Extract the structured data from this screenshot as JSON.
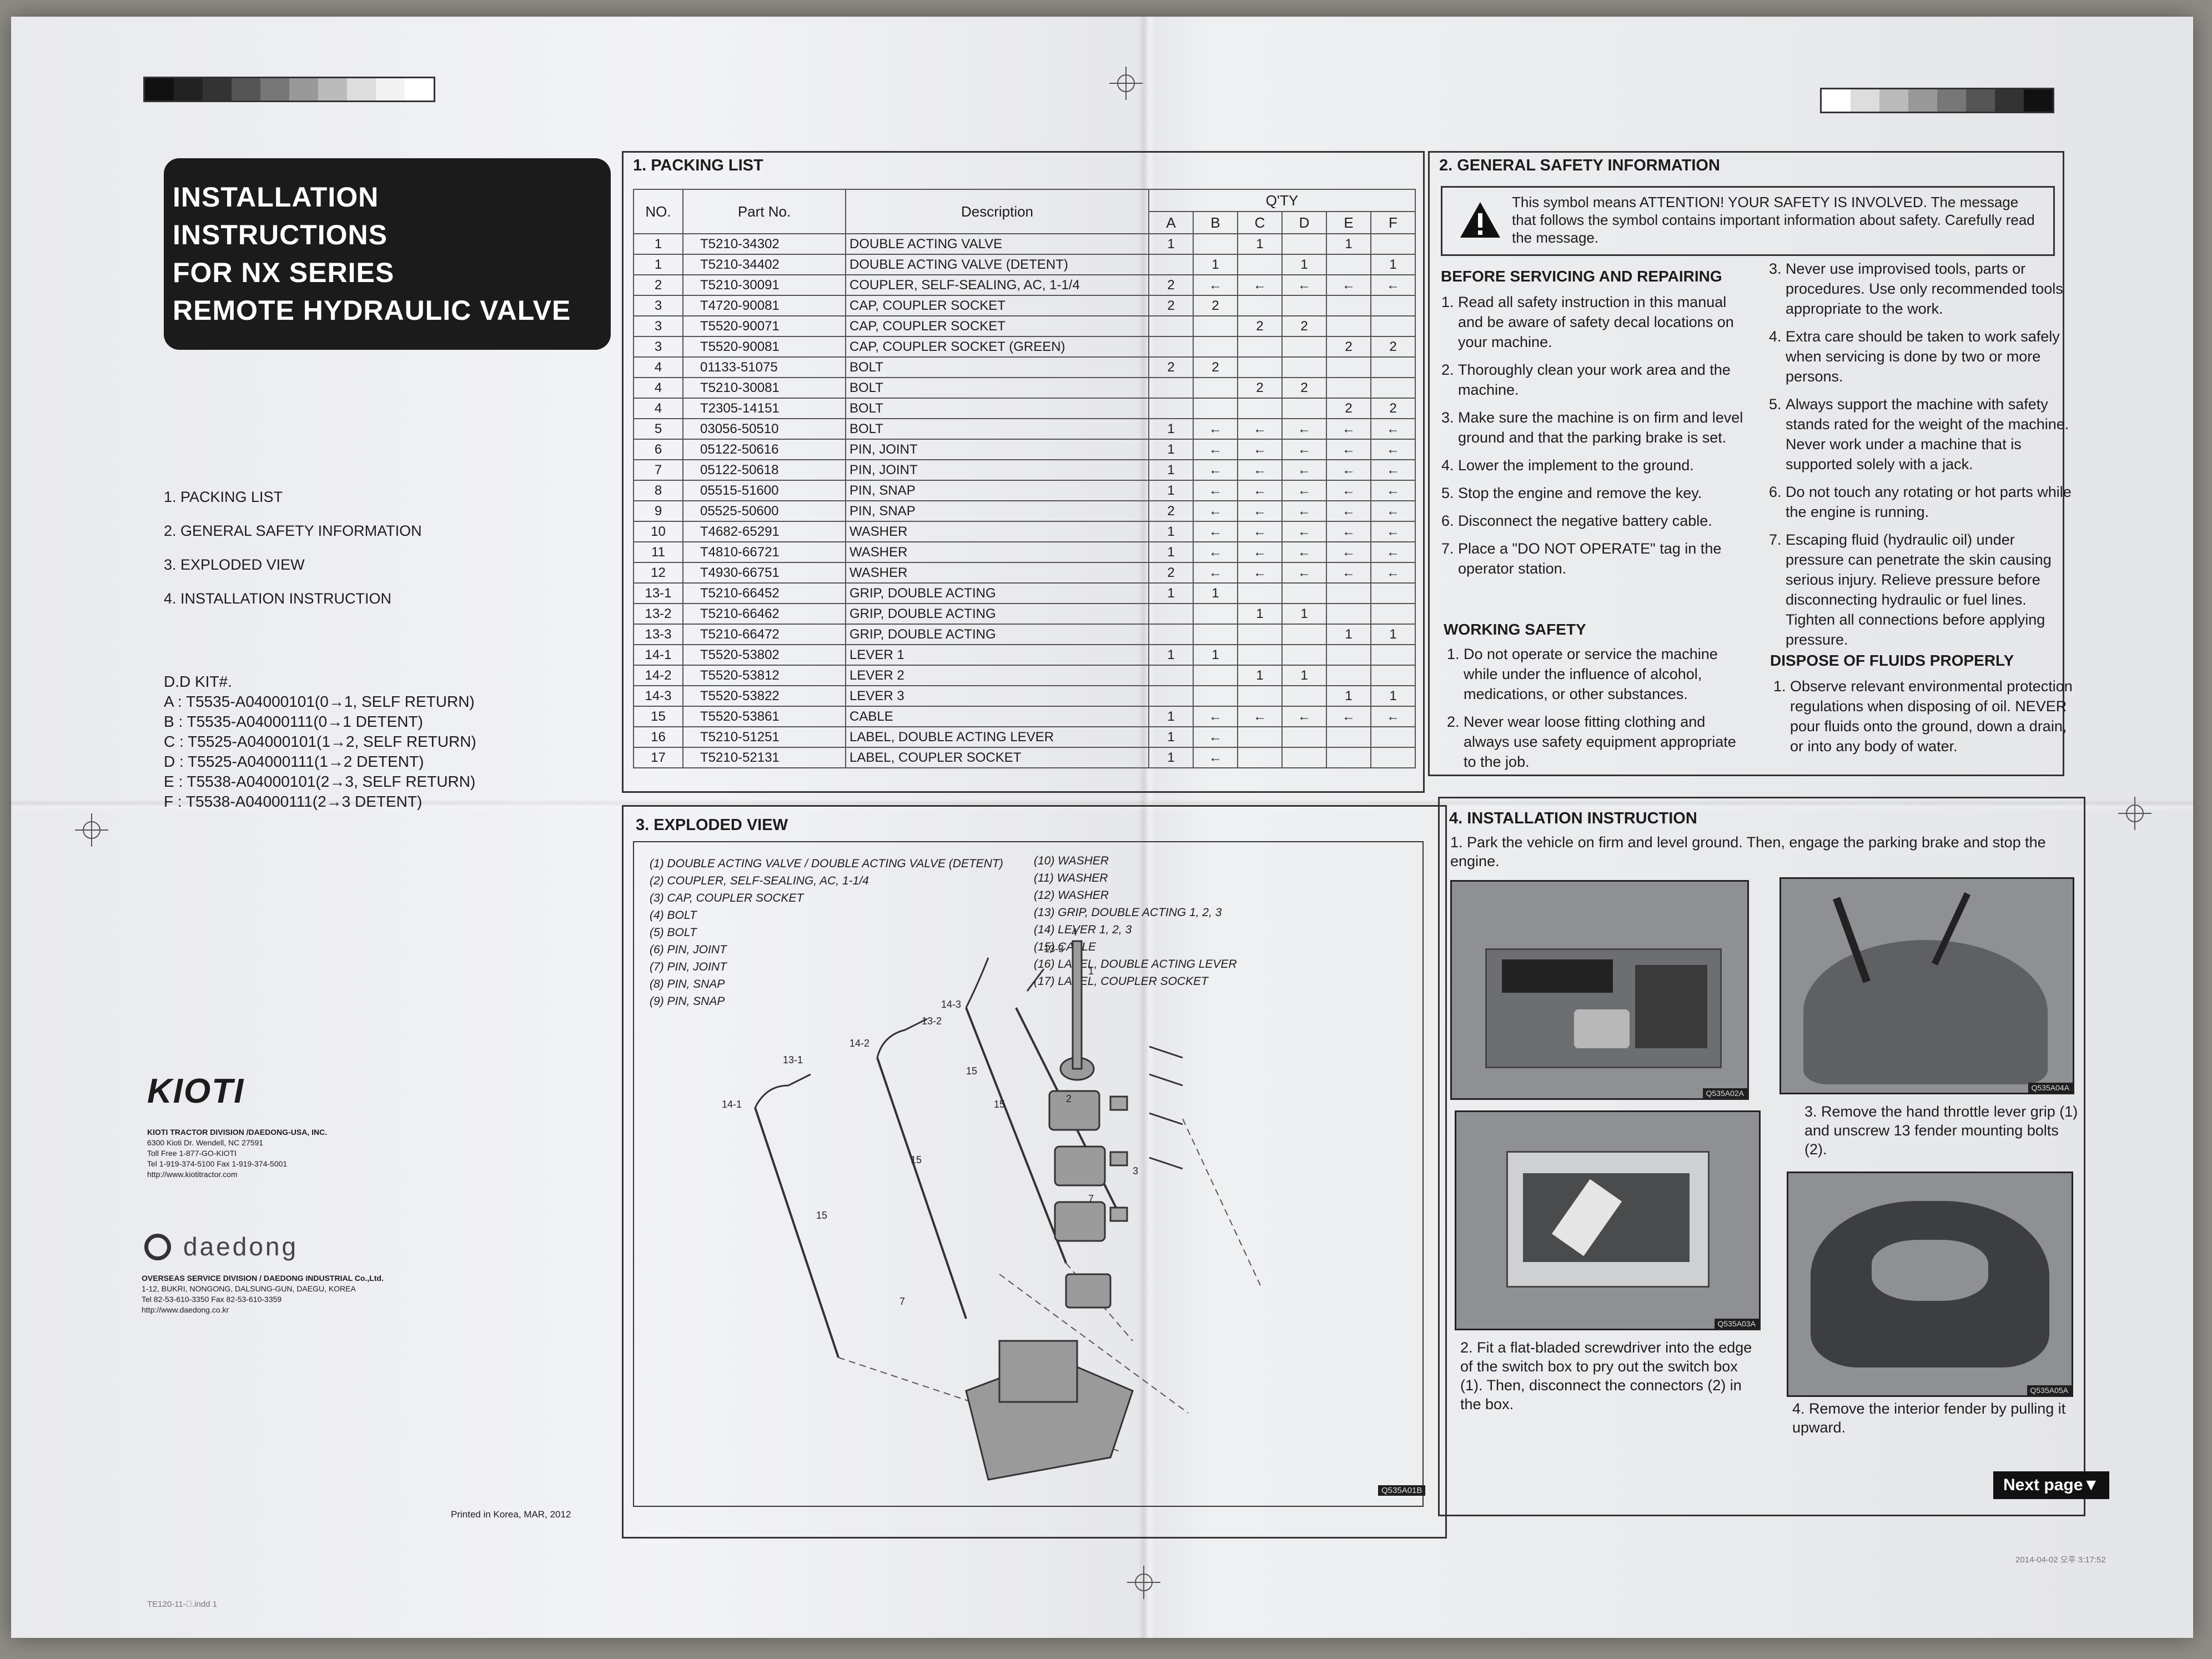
{
  "title": [
    "INSTALLATION",
    "INSTRUCTIONS",
    "FOR  NX SERIES",
    "REMOTE HYDRAULIC VALVE"
  ],
  "toc": [
    "1. PACKING LIST",
    "2. GENERAL SAFETY INFORMATION",
    "3. EXPLODED VIEW",
    "4. INSTALLATION INSTRUCTION"
  ],
  "kit": {
    "heading": "D.D  KIT#.",
    "items": [
      "A : T5535-A04000101(0→1, SELF RETURN)",
      "B : T5535-A04000111(0→1 DETENT)",
      "C : T5525-A04000101(1→2, SELF RETURN)",
      "D : T5525-A04000111(1→2 DETENT)",
      "E : T5538-A04000101(2→3, SELF RETURN)",
      "F : T5538-A04000111(2→3 DETENT)"
    ]
  },
  "kioti": {
    "logo": "KIOTI",
    "lines": [
      "KIOTI TRACTOR DIVISION /DAEDONG-USA, INC.",
      "6300 Kioti Dr. Wendell, NC 27591",
      "Toll Free 1-877-GO-KIOTI",
      "Tel 1-919-374-5100 Fax 1-919-374-5001",
      "http://www.kiotitractor.com"
    ]
  },
  "daedong": {
    "logo": "daedong",
    "lines": [
      "OVERSEAS SERVICE DIVISION / DAEDONG INDUSTRIAL Co.,Ltd.",
      "1-12, BUKRI, NONGONG, DALSUNG-GUN, DAEGU, KOREA",
      "Tel 82-53-610-3350 Fax 82-53-610-3359",
      "http://www.daedong.co.kr"
    ]
  },
  "printed": "Printed in Korea,  MAR, 2012",
  "footer_left": "TE120-11-\u0000.indd  1",
  "footer_right": "2014-04-02  오후 3:17:52",
  "packing": {
    "title": "1. PACKING LIST",
    "headers": {
      "no": "NO.",
      "part": "Part No.",
      "desc": "Description",
      "qty": "Q'TY",
      "cols": [
        "A",
        "B",
        "C",
        "D",
        "E",
        "F"
      ]
    },
    "rows": [
      {
        "no": "1",
        "part": "T5210-34302",
        "desc": "DOUBLE ACTING VALVE",
        "q": [
          "1",
          "",
          "1",
          "",
          "1",
          ""
        ]
      },
      {
        "no": "1",
        "part": "T5210-34402",
        "desc": "DOUBLE ACTING VALVE (DETENT)",
        "q": [
          "",
          "1",
          "",
          "1",
          "",
          "1"
        ]
      },
      {
        "no": "2",
        "part": "T5210-30091",
        "desc": "COUPLER, SELF-SEALING, AC, 1-1/4",
        "q": [
          "2",
          "←",
          "←",
          "←",
          "←",
          "←"
        ]
      },
      {
        "no": "3",
        "part": "T4720-90081",
        "desc": "CAP, COUPLER SOCKET",
        "q": [
          "2",
          "2",
          "",
          "",
          "",
          ""
        ]
      },
      {
        "no": "3",
        "part": "T5520-90071",
        "desc": "CAP, COUPLER SOCKET",
        "q": [
          "",
          "",
          "2",
          "2",
          "",
          ""
        ]
      },
      {
        "no": "3",
        "part": "T5520-90081",
        "desc": "CAP, COUPLER SOCKET (GREEN)",
        "q": [
          "",
          "",
          "",
          "",
          "2",
          "2"
        ]
      },
      {
        "no": "4",
        "part": "01133-51075",
        "desc": "BOLT",
        "q": [
          "2",
          "2",
          "",
          "",
          "",
          ""
        ]
      },
      {
        "no": "4",
        "part": "T5210-30081",
        "desc": "BOLT",
        "q": [
          "",
          "",
          "2",
          "2",
          "",
          ""
        ]
      },
      {
        "no": "4",
        "part": "T2305-14151",
        "desc": "BOLT",
        "q": [
          "",
          "",
          "",
          "",
          "2",
          "2"
        ]
      },
      {
        "no": "5",
        "part": "03056-50510",
        "desc": "BOLT",
        "q": [
          "1",
          "←",
          "←",
          "←",
          "←",
          "←"
        ]
      },
      {
        "no": "6",
        "part": "05122-50616",
        "desc": "PIN, JOINT",
        "q": [
          "1",
          "←",
          "←",
          "←",
          "←",
          "←"
        ]
      },
      {
        "no": "7",
        "part": "05122-50618",
        "desc": "PIN, JOINT",
        "q": [
          "1",
          "←",
          "←",
          "←",
          "←",
          "←"
        ]
      },
      {
        "no": "8",
        "part": "05515-51600",
        "desc": "PIN, SNAP",
        "q": [
          "1",
          "←",
          "←",
          "←",
          "←",
          "←"
        ]
      },
      {
        "no": "9",
        "part": "05525-50600",
        "desc": "PIN, SNAP",
        "q": [
          "2",
          "←",
          "←",
          "←",
          "←",
          "←"
        ]
      },
      {
        "no": "10",
        "part": "T4682-65291",
        "desc": "WASHER",
        "q": [
          "1",
          "←",
          "←",
          "←",
          "←",
          "←"
        ]
      },
      {
        "no": "11",
        "part": "T4810-66721",
        "desc": "WASHER",
        "q": [
          "1",
          "←",
          "←",
          "←",
          "←",
          "←"
        ]
      },
      {
        "no": "12",
        "part": "T4930-66751",
        "desc": "WASHER",
        "q": [
          "2",
          "←",
          "←",
          "←",
          "←",
          "←"
        ]
      },
      {
        "no": "13-1",
        "part": "T5210-66452",
        "desc": "GRIP, DOUBLE ACTING",
        "q": [
          "1",
          "1",
          "",
          "",
          "",
          ""
        ]
      },
      {
        "no": "13-2",
        "part": "T5210-66462",
        "desc": "GRIP, DOUBLE ACTING",
        "q": [
          "",
          "",
          "1",
          "1",
          "",
          ""
        ]
      },
      {
        "no": "13-3",
        "part": "T5210-66472",
        "desc": "GRIP, DOUBLE ACTING",
        "q": [
          "",
          "",
          "",
          "",
          "1",
          "1"
        ]
      },
      {
        "no": "14-1",
        "part": "T5520-53802",
        "desc": "LEVER 1",
        "q": [
          "1",
          "1",
          "",
          "",
          "",
          ""
        ]
      },
      {
        "no": "14-2",
        "part": "T5520-53812",
        "desc": "LEVER 2",
        "q": [
          "",
          "",
          "1",
          "1",
          "",
          ""
        ]
      },
      {
        "no": "14-3",
        "part": "T5520-53822",
        "desc": "LEVER 3",
        "q": [
          "",
          "",
          "",
          "",
          "1",
          "1"
        ]
      },
      {
        "no": "15",
        "part": "T5520-53861",
        "desc": "CABLE",
        "q": [
          "1",
          "←",
          "←",
          "←",
          "←",
          "←"
        ]
      },
      {
        "no": "16",
        "part": "T5210-51251",
        "desc": "LABEL, DOUBLE ACTING LEVER",
        "q": [
          "1",
          "←",
          "",
          "",
          "",
          ""
        ]
      },
      {
        "no": "17",
        "part": "T5210-52131",
        "desc": "LABEL, COUPLER SOCKET",
        "q": [
          "1",
          "←",
          "",
          "",
          "",
          ""
        ]
      }
    ]
  },
  "safety": {
    "title": "2. GENERAL SAFETY INFORMATION",
    "attention": "This symbol means ATTENTION! YOUR SAFETY IS INVOLVED. The message that follows the symbol contains important information about safety. Carefully read the message.",
    "before_head": "BEFORE SERVICING AND REPAIRING",
    "before": [
      "Read all safety instruction in this manual and be aware of safety decal locations on your machine.",
      "Thoroughly clean your work area and the machine.",
      "Make sure the machine is on firm and level ground and that the parking brake is set.",
      "Lower the implement to the ground.",
      "Stop the engine and remove the key.",
      "Disconnect the negative battery cable.",
      "Place a \"DO NOT OPERATE\" tag in the operator station."
    ],
    "working_head": "WORKING SAFETY",
    "working": [
      "Do not operate or service the machine while under the influence of alcohol, medications, or other substances.",
      "Never wear loose fitting clothing and always use safety equipment appropriate to the job."
    ],
    "right": [
      "Never use improvised tools, parts or procedures. Use only recommended tools appropriate to the work.",
      "Extra care should be taken to work safely when servicing is done by two or more persons.",
      "Always support the machine with safety stands rated for the weight of the machine. Never work under a machine that is supported solely with a jack.",
      "Do not touch any rotating or hot parts while the engine is running.",
      "Escaping fluid (hydraulic oil) under pressure can penetrate the skin causing serious injury. Relieve pressure before disconnecting hydraulic or fuel lines. Tighten all connections before applying pressure."
    ],
    "dispose_head": "DISPOSE OF FLUIDS PROPERLY",
    "dispose": [
      "Observe relevant environmental protection regulations when disposing of oil. NEVER pour fluids onto the ground, down a drain, or into any body of water."
    ]
  },
  "exploded": {
    "title": "3. EXPLODED VIEW",
    "legend_left": [
      "(1) DOUBLE ACTING VALVE / DOUBLE ACTING VALVE (DETENT)",
      "(2) COUPLER, SELF-SEALING, AC, 1-1/4",
      "(3) CAP, COUPLER SOCKET",
      "(4) BOLT",
      "(5) BOLT",
      "(6) PIN, JOINT",
      "(7) PIN, JOINT",
      "(8) PIN, SNAP",
      "(9) PIN, SNAP"
    ],
    "legend_right": [
      "(10) WASHER",
      "(11) WASHER",
      "(12) WASHER",
      "(13) GRIP, DOUBLE ACTING 1, 2, 3",
      "(14) LEVER 1, 2, 3",
      "(15) CABLE",
      "(16) LABEL, DOUBLE ACTING LEVER",
      "(17) LABEL, COUPLER SOCKET"
    ],
    "code": "Q535A01B"
  },
  "install": {
    "title": "4. INSTALLATION INSTRUCTION",
    "step1": "1. Park the vehicle on firm and level ground. Then, engage the parking brake and stop the engine.",
    "step2": "2. Fit a flat-bladed screwdriver into the edge of the switch box to pry out the switch box (1). Then, disconnect the connectors (2) in the box.",
    "step3": "3. Remove the hand throttle lever grip (1) and unscrew 13 fender mounting bolts (2).",
    "step4": "4. Remove the interior fender by pulling it upward.",
    "codes": [
      "Q535A02A",
      "Q535A04A",
      "Q535A03A",
      "Q535A05A"
    ],
    "next": "Next page▼"
  }
}
